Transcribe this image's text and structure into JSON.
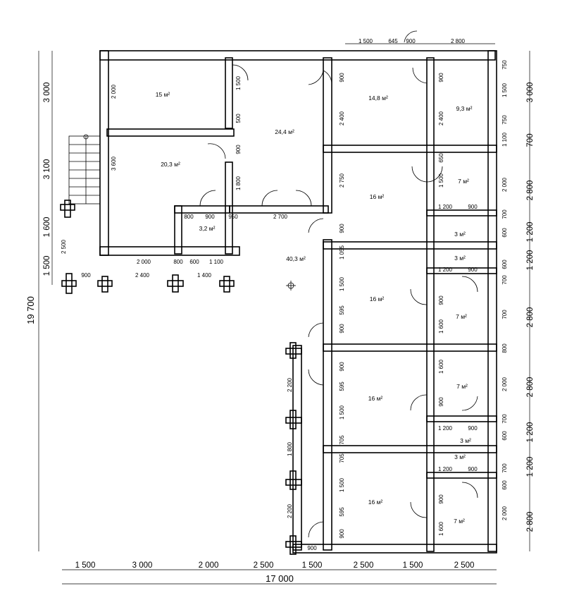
{
  "rooms": [
    {
      "label": "15 м²"
    },
    {
      "label": "24,4 м²"
    },
    {
      "label": "14,8 м²"
    },
    {
      "label": "9,3 м²"
    },
    {
      "label": "20,3 м²"
    },
    {
      "label": "16 м²"
    },
    {
      "label": "7 м²"
    },
    {
      "label": "3,2 м²"
    },
    {
      "label": "3 м²"
    },
    {
      "label": "40,3 м²"
    },
    {
      "label": "3 м²"
    },
    {
      "label": "16 м²"
    },
    {
      "label": "7 м²"
    },
    {
      "label": "16 м²"
    },
    {
      "label": "7 м²"
    },
    {
      "label": "3 м²"
    },
    {
      "label": "3 м²"
    },
    {
      "label": "16 м²"
    },
    {
      "label": "7 м²"
    }
  ],
  "dims": {
    "bottom": [
      "1 500",
      "3 000",
      "2 000",
      "2 500",
      "1 500",
      "2 500",
      "1 500",
      "2 500"
    ],
    "total_width": "17 000",
    "total_height": "19 700",
    "left": [
      "3 000",
      "3 100",
      "1 600",
      "1 500"
    ],
    "right": [
      "3 000",
      "700",
      "2 800",
      "1 200",
      "1 200",
      "2 800",
      "2 800",
      "1 200",
      "1 200",
      "2 800"
    ],
    "top": [
      "1 500",
      "645",
      "900",
      "2 800"
    ],
    "left_block_bottom": [
      "2 000",
      "800",
      "600",
      "1 100"
    ],
    "left_block_bottom2": [
      "900",
      "2 400",
      "1 400"
    ],
    "middle_row": [
      "800",
      "900",
      "950",
      "2 700"
    ],
    "inner": [
      "2 000",
      "3 600",
      "2 500",
      "1 500",
      "500",
      "900",
      "1 800",
      "900",
      "2 400",
      "2 750",
      "900",
      "1 055",
      "1 500",
      "595",
      "900",
      "2 200",
      "1 800",
      "2 200",
      "900",
      "1 500",
      "595",
      "705",
      "705",
      "1 500",
      "595",
      "900",
      "900",
      "900",
      "900",
      "2 400",
      "1 500",
      "1 200",
      "900",
      "1 200",
      "900",
      "1 600",
      "1 600",
      "1 200",
      "900",
      "1 200",
      "900",
      "1 600",
      "900",
      "750",
      "1 500",
      "750",
      "1 100",
      "650",
      "2 000",
      "600",
      "700",
      "600",
      "700",
      "800",
      "700",
      "2 000",
      "700",
      "600",
      "700",
      "600",
      "2 000",
      "900"
    ]
  }
}
